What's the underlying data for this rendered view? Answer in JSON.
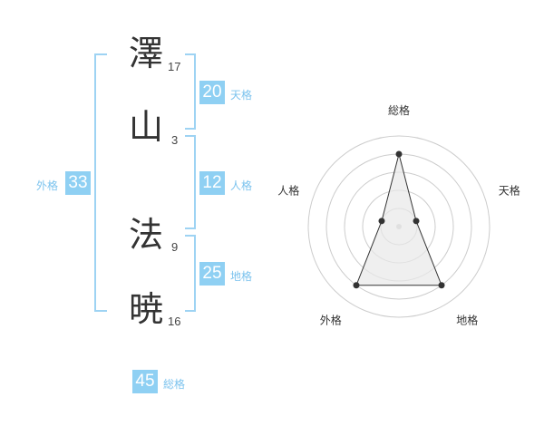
{
  "name": {
    "chars": [
      {
        "char": "澤",
        "strokes": "17"
      },
      {
        "char": "山",
        "strokes": "3"
      },
      {
        "char": "法",
        "strokes": "9"
      },
      {
        "char": "暁",
        "strokes": "16"
      }
    ]
  },
  "fortunes": {
    "tenkaku": {
      "value": "20",
      "label": "天格"
    },
    "jinkaku": {
      "value": "12",
      "label": "人格"
    },
    "chikaku": {
      "value": "25",
      "label": "地格"
    },
    "gaikaku": {
      "value": "33",
      "label": "外格"
    },
    "soukaku": {
      "value": "45",
      "label": "総格"
    }
  },
  "radar": {
    "axes": [
      "総格",
      "天格",
      "地格",
      "外格",
      "人格"
    ],
    "values": [
      4,
      1,
      4,
      4,
      1
    ],
    "max": 5,
    "line_color": "#333333",
    "fill_color": "#e8e8e8",
    "grid_color": "#cccccc"
  }
}
